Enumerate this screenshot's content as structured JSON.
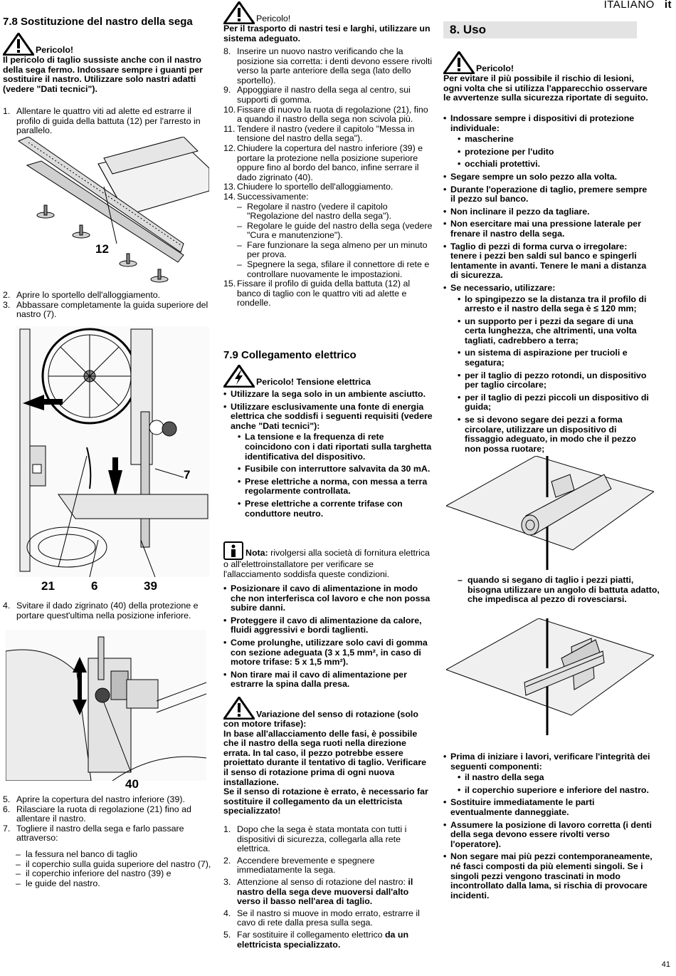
{
  "header": {
    "language": "ITALIANO",
    "code": "it"
  },
  "page_number": "41",
  "col1": {
    "heading": "7.8  Sostituzione del nastro della sega",
    "warn_label": "Pericolo!",
    "warn_text": "Il pericolo di taglio sussiste anche con il nastro della sega fermo. Indossare sempre i guanti per sostituire il nastro. Utilizzare solo nastri adatti (vedere \"Dati tecnici\").",
    "step1_n": "1.",
    "step1": "Allentare le quattro viti ad alette ed estrarre il profilo di guida della battuta (12) per l'arresto in parallelo.",
    "fig1_callout": "12",
    "step2_n": "2.",
    "step2": "Aprire lo sportello dell'alloggiamento.",
    "step3_n": "3.",
    "step3": "Abbassare completamente la guida superiore del nastro (7).",
    "fig2_callouts": {
      "c7": "7",
      "c21": "21",
      "c6": "6",
      "c39": "39"
    },
    "step4_n": "4.",
    "step4": "Svitare il dado zigrinato (40) della protezione e portare quest'ultima nella posizione inferiore.",
    "fig3_callout": "40",
    "step5_n": "5.",
    "step5": "Aprire la copertura del nastro inferiore (39).",
    "step6_n": "6.",
    "step6": "Rilasciare la ruota di regolazione (21) fino ad allentare il nastro.",
    "step7_n": "7.",
    "step7": "Togliere il nastro della sega e farlo passare attraverso:",
    "step7_items": [
      "la fessura nel banco di taglio",
      "il coperchio sulla guida superiore del nastro (7),",
      "il coperchio inferiore del nastro (39) e",
      "le guide del nastro."
    ]
  },
  "col2": {
    "warn_label": "Pericolo!",
    "warn_text": "Per il trasporto di nastri tesi e larghi, utilizzare un sistema adeguato.",
    "step8_n": "8.",
    "step8": "Inserire un nuovo nastro verificando che la posizione sia corretta: i denti devono essere rivolti verso la parte anteriore della sega (lato dello sportello).",
    "step9_n": "9.",
    "step9": "Appoggiare il nastro della sega al centro, sui supporti di gomma.",
    "step10_n": "10.",
    "step10": "Fissare di nuovo la ruota di regolazione (21), fino a quando il nastro della sega non scivola più.",
    "step11_n": "11.",
    "step11": "Tendere il nastro (vedere il capitolo \"Messa in tensione del nastro della sega\").",
    "step12_n": "12.",
    "step12": "Chiudere la copertura del nastro inferiore (39) e portare la protezione nella posizione superiore oppure fino al bordo del banco, infine serrare il dado zigrinato (40).",
    "step13_n": "13.",
    "step13": "Chiudere lo sportello dell'alloggiamento.",
    "step14_n": "14.",
    "step14": "Successivamente:",
    "step14_items": [
      "Regolare il nastro (vedere il capitolo \"Regolazione del nastro della sega\").",
      "Regolare le guide del nastro della sega (vedere \"Cura e manutenzione\").",
      "Fare funzionare la sega almeno per un minuto per prova.",
      "Spegnere la sega, sfilare il connettore di rete e controllare nuovamente le impostazioni."
    ],
    "step15_n": "15.",
    "step15": "Fissare il profilo di guida della battuta (12) al banco di taglio con le quattro viti ad alette e rondelle.",
    "heading79": "7.9  Collegamento elettrico",
    "warn2_label": "Pericolo! Tensione elettrica",
    "elec_items": [
      "Utilizzare la sega solo in un ambiente asciutto.",
      "Utilizzare esclusivamente una fonte di energia elettrica che soddisfi i seguenti requisiti (vedere anche \"Dati tecnici\"):"
    ],
    "elec_subitems": [
      "La tensione e la frequenza di rete coincidono con i dati riportati sulla targhetta identificativa del dispositivo.",
      "Fusibile con interruttore salvavita da 30 mA.",
      "Prese elettriche a norma, con messa a terra regolarmente controllata.",
      "Prese elettriche a corrente trifase con conduttore neutro."
    ],
    "note_label": "Nota:",
    "note_text": "rivolgersi alla società di fornitura elettrica o all'elettroinstallatore per verificare se l'allacciamento soddisfa queste condizioni.",
    "cable_items": [
      "Posizionare il cavo di alimentazione in modo che non interferisca col lavoro e che non possa subire danni.",
      "Proteggere il cavo di alimentazione da calore, fluidi aggressivi e bordi taglienti.",
      "Come prolunghe, utilizzare solo cavi di gomma con sezione adeguata (3 x 1,5 mm², in caso di motore trifase: 5 x 1,5 mm²).",
      "Non tirare mai il cavo di alimentazione per estrarre la spina dalla presa."
    ],
    "warn3_label": "Variazione del senso di rotazione (solo con motore trifase):",
    "warn3_text": "In base all'allacciamento delle fasi, è possibile che il nastro della sega ruoti nella direzione errata. In tal caso, il pezzo potrebbe essere proiettato durante il tentativo di taglio. Verificare il senso di rotazione prima di ogni nuova installazione.",
    "warn3_text2": "Se il senso di rotazione è errato, è necessario far sostituire il collegamento da un elettricista specializzato!",
    "rot_steps": [
      {
        "n": "1.",
        "text": "Dopo che la sega è stata montata con tutti i dispositivi di sicurezza, collegarla alla rete elettrica."
      },
      {
        "n": "2.",
        "text": "Accendere brevemente e spegnere immediatamente la sega."
      },
      {
        "n": "3.",
        "text": "Attenzione al senso di rotazione del nastro:",
        "bold": "il nastro della sega deve muoversi dall'alto verso il basso nell'area di taglio."
      },
      {
        "n": "4.",
        "text": "Se il nastro si muove in modo errato, estrarre il cavo di rete dalla presa sulla sega."
      },
      {
        "n": "5.",
        "text": "Far sostituire il collegamento elettrico",
        "bold": "da un elettricista specializzato."
      }
    ]
  },
  "col3": {
    "heading": "8.  Uso",
    "warn_label": "Pericolo!",
    "warn_text": "Per evitare il più possibile il rischio di lesioni, ogni volta che si utilizza l'apparecchio osservare le avvertenze sulla sicurezza riportate di seguito.",
    "item1": "Indossare sempre i dispositivi di protezione individuale:",
    "item1_sub": [
      "mascherine",
      "protezione per l'udito",
      "occhiali protettivi."
    ],
    "items_a": [
      "Segare sempre un solo pezzo alla volta.",
      "Durante l'operazione di taglio, premere sempre il pezzo sul banco.",
      "Non inclinare il pezzo da tagliare.",
      "Non esercitare mai una pressione laterale per frenare il nastro della sega.",
      "Taglio di pezzi di forma curva o irregolare: tenere i pezzi ben saldi sul banco e spingerli lentamente in avanti. Tenere le mani a distanza di sicurezza."
    ],
    "item_se": "Se necessario, utilizzare:",
    "se_sub": [
      "lo spingipezzo se la distanza tra il profilo di arresto e il nastro della sega è ≤ 120 mm;",
      "un supporto per i pezzi da segare di una certa lunghezza, che altrimenti, una volta tagliati, cadrebbero a terra;",
      "un sistema di aspirazione per trucioli e segatura;",
      "per il taglio di pezzo rotondi, un dispositivo per taglio circolare;",
      "per il taglio di pezzi piccoli un dispositivo di guida;",
      "se si devono segare dei pezzi a forma circolare, utilizzare un dispositivo di fissaggio adeguato, in modo che il pezzo non possa ruotare;"
    ],
    "flat_sub": "quando si segano di taglio i pezzi piatti, bisogna utilizzare un angolo di battuta adatto, che impedisca al pezzo di rovesciarsi.",
    "items_b": [
      "Prima di iniziare i lavori, verificare l'integrità dei seguenti componenti:"
    ],
    "items_b_sub": [
      "il nastro della sega",
      "il coperchio superiore e inferiore del nastro."
    ],
    "items_c": [
      "Sostituire immediatamente le parti eventualmente danneggiate.",
      "Assumere la posizione di lavoro corretta (i denti della sega devono essere rivolti verso l'operatore).",
      "Non segare mai più pezzi contemporaneamente, né fasci composti da più elementi singoli. Se i singoli pezzi vengono trascinati in modo incontrollato dalla lama, si rischia di provocare incidenti."
    ]
  }
}
